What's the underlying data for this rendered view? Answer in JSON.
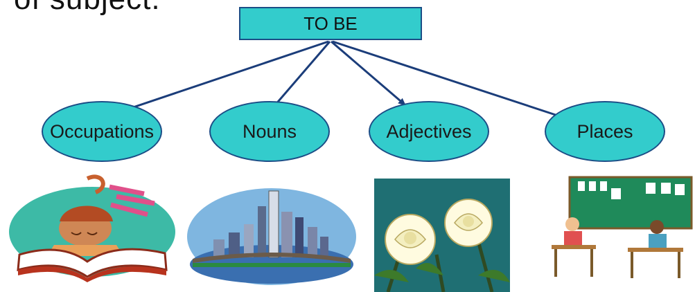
{
  "heading_fragment": "of subject.",
  "diagram": {
    "root": {
      "label": "TO BE"
    },
    "children": [
      {
        "label": "Occupations",
        "picture": "girl-reading-book-clipart"
      },
      {
        "label": "Nouns",
        "picture": "city-skyline-clipart"
      },
      {
        "label": "Adjectives",
        "picture": "white-roses-clipart"
      },
      {
        "label": "Places",
        "picture": "classroom-clipart"
      }
    ]
  },
  "colors": {
    "node_fill": "#33cccc",
    "node_border": "#1b4d86",
    "arrow": "#1b3d7a"
  }
}
